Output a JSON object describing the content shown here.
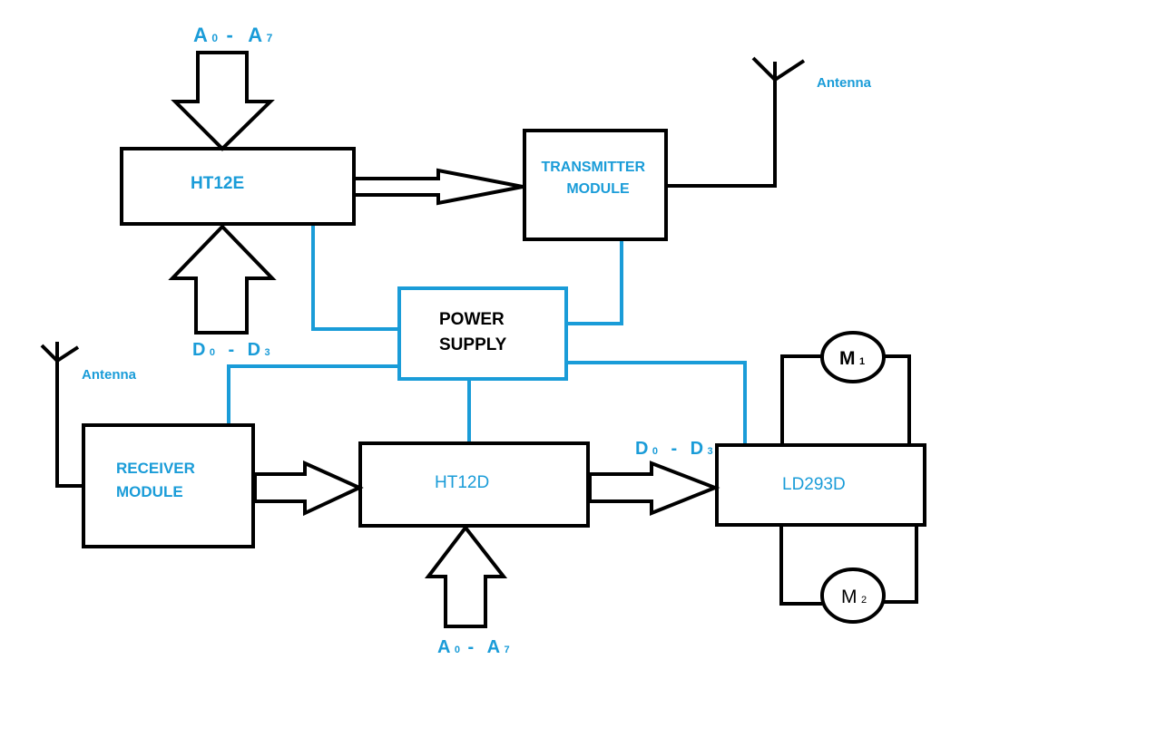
{
  "colors": {
    "black_line": "#000000",
    "blue_line": "#1a9cd8",
    "blue_text": "#1a9cd8",
    "background": "#ffffff"
  },
  "blocks": {
    "ht12e": "HT12E",
    "transmitter": [
      "TRANSMITTER",
      "MODULE"
    ],
    "power_supply": [
      "POWER",
      "SUPPLY"
    ],
    "receiver": [
      "RECEIVER",
      "MODULE"
    ],
    "ht12d": "HT12D",
    "ld293d": "LD293D"
  },
  "labels": {
    "encoder_address": {
      "main1": "A",
      "sub1": "0",
      "sep": "-",
      "main2": "A",
      "sub2": "7"
    },
    "encoder_data": {
      "main1": "D",
      "sub1": "0",
      "sep": "-",
      "main2": "D",
      "sub2": "3"
    },
    "decoder_address": {
      "main1": "A",
      "sub1": "0",
      "sep": "-",
      "main2": "A",
      "sub2": "7"
    },
    "decoder_data": {
      "main1": "D",
      "sub1": "0",
      "sep": "-",
      "main2": "D",
      "sub2": "3"
    },
    "antenna_tx": "Antenna",
    "antenna_rx": "Antenna"
  },
  "motors": {
    "m1": {
      "main": "M",
      "sub": "1"
    },
    "m2": {
      "main": "M",
      "sub": "2"
    }
  }
}
